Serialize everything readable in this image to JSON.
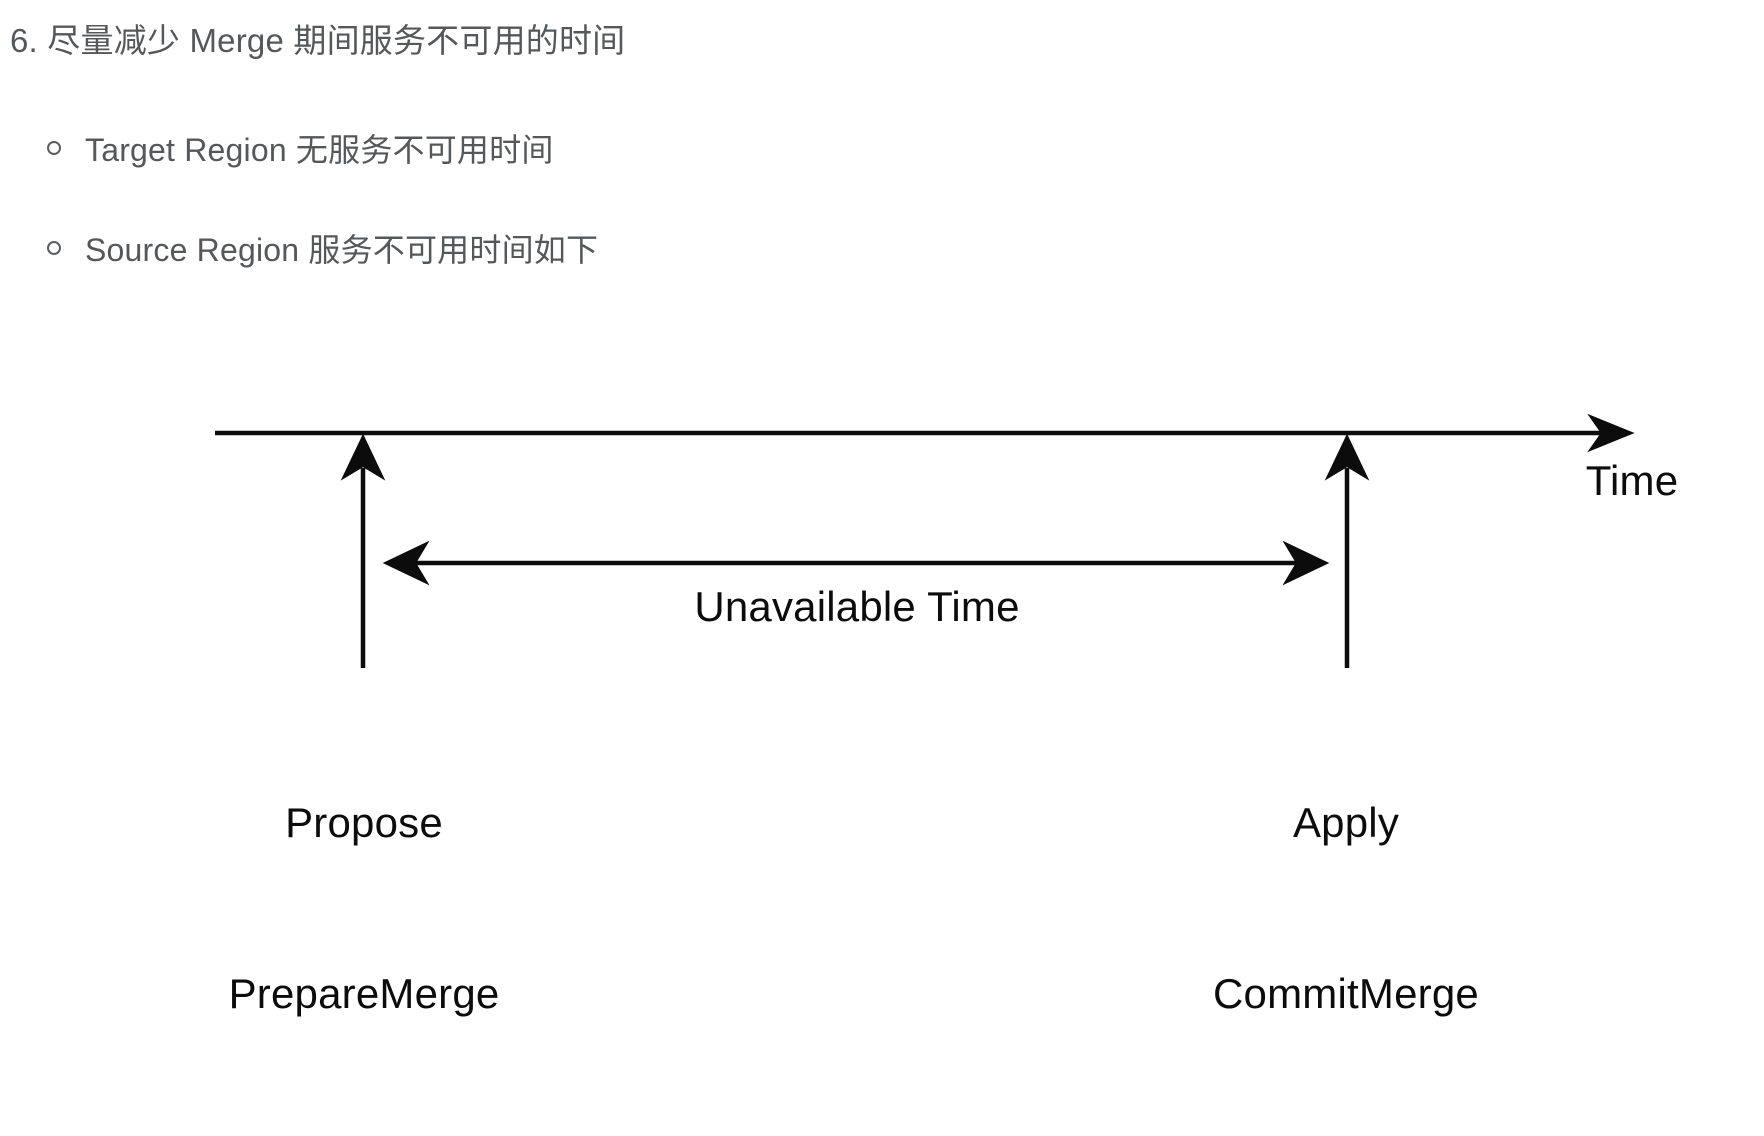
{
  "page": {
    "heading": "6. 尽量减少 Merge 期间服务不可用的时间",
    "bullets": [
      {
        "label": "Target Region 无服务不可用时间"
      },
      {
        "label": "Source Region 服务不可用时间如下"
      }
    ],
    "text_color": "#55585b",
    "background_color": "#ffffff"
  },
  "diagram": {
    "axis_label": "Time",
    "span_label": "Unavailable Time",
    "left_event": {
      "lines": [
        "Propose",
        "PrepareMerge"
      ]
    },
    "right_event": {
      "lines": [
        "Apply",
        "CommitMerge"
      ]
    },
    "stroke_color": "#0c0c0c"
  }
}
